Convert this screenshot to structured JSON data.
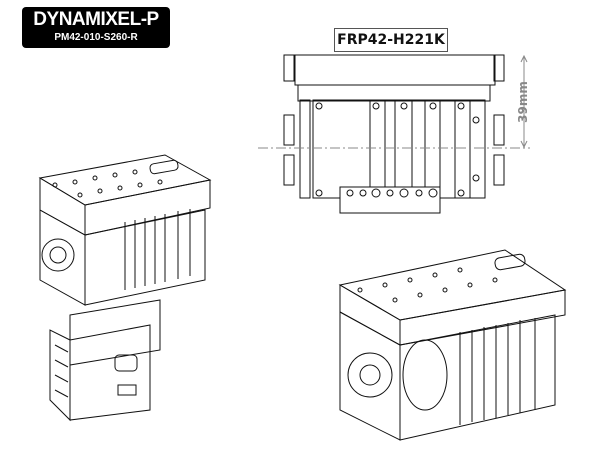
{
  "badge": {
    "title": "DYNAMIXEL-P",
    "model": "PM42-010-S260-R"
  },
  "front_view": {
    "label": "FRP42-H221K",
    "dimension": "39mm"
  },
  "colors": {
    "line": "#111111",
    "dimension": "#888888",
    "badge_bg": "#000000"
  }
}
